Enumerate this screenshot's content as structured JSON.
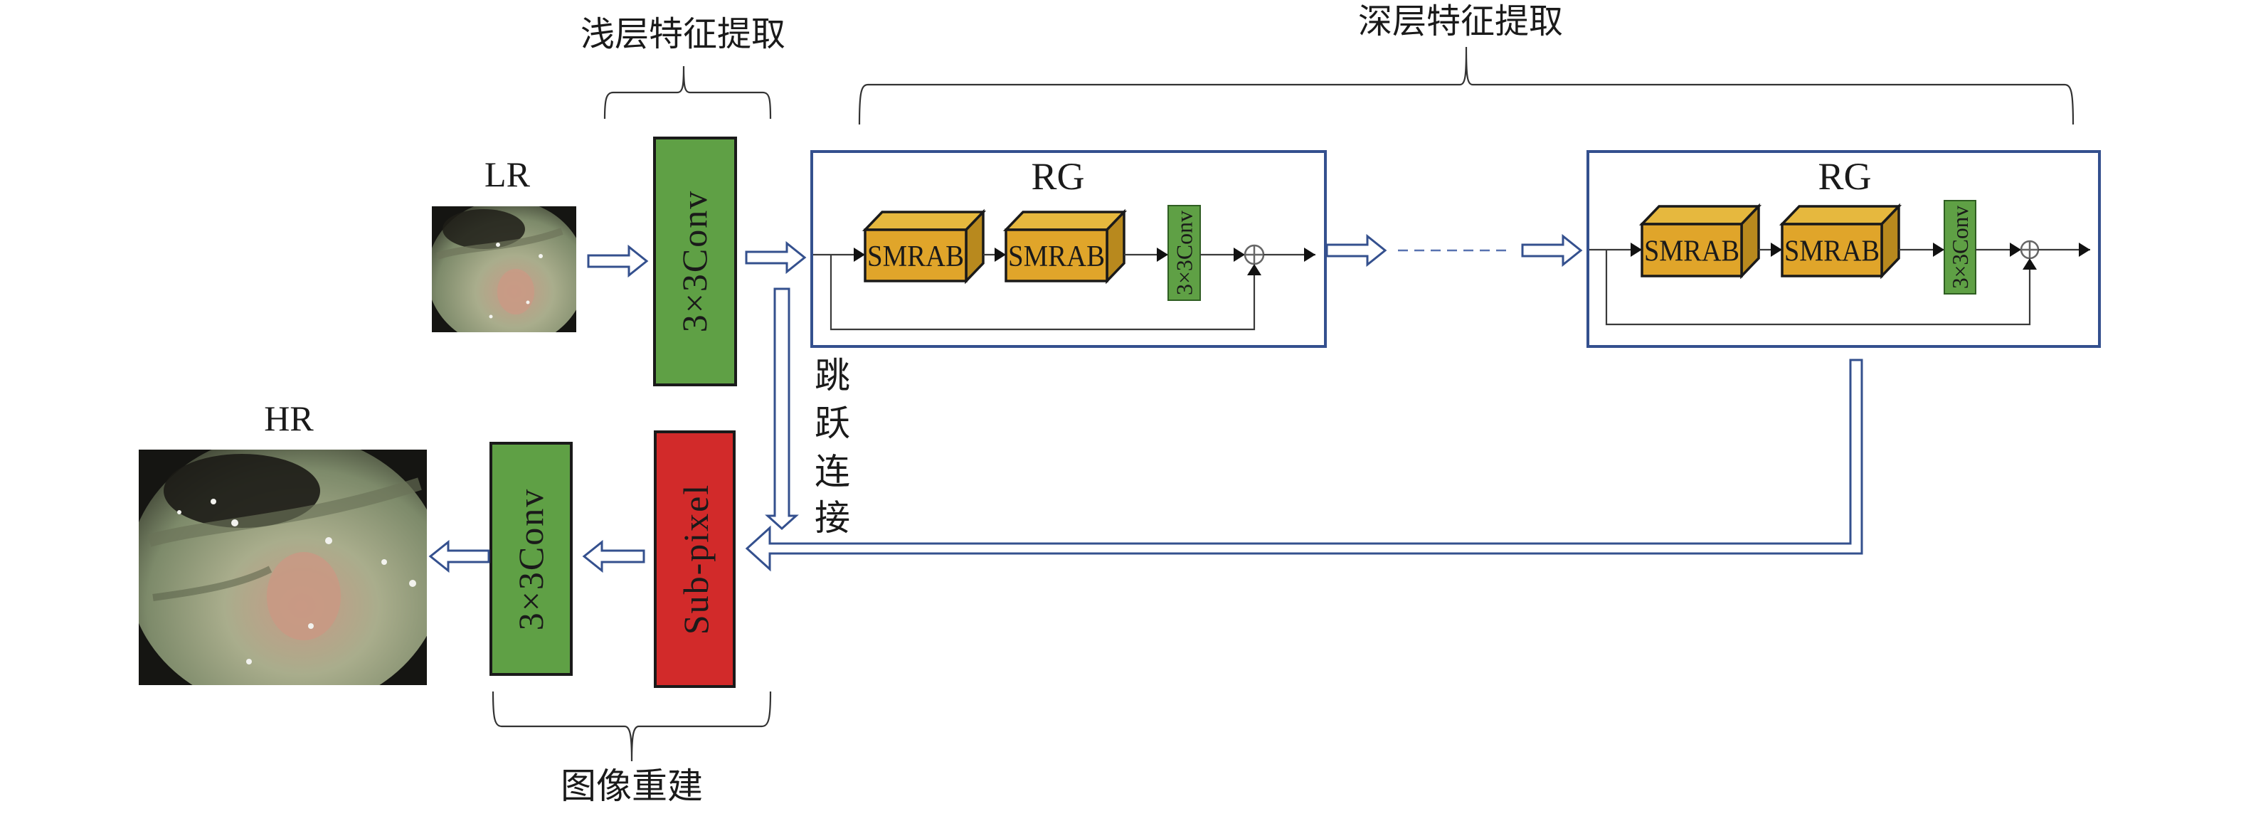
{
  "diagram": {
    "colors": {
      "conv_green": "#5FA045",
      "subpixel_red": "#D22A2A",
      "cube_front": "#E0A52A",
      "cube_top": "#E6B83E",
      "cube_side": "#B8891E",
      "pipe_blue": "#34508E",
      "image_dark": "#151512"
    },
    "labels": {
      "shallow_feature_extraction": "浅层特征提取",
      "deep_feature_extraction": "深层特征提取",
      "image_reconstruction": "图像重建",
      "skip_connection": [
        "跳",
        "跃",
        "连",
        "接"
      ],
      "lr": "LR",
      "hr": "HR"
    },
    "blocks": {
      "shallow_conv": "3×3Conv",
      "subpixel": "Sub-pixel",
      "reconstruction_conv": "3×3Conv"
    },
    "residual_groups": [
      {
        "title": "RG",
        "units": [
          "SMRAB",
          "SMRAB"
        ],
        "tail_conv": "3×3Conv",
        "sum_symbol": "⊕"
      },
      {
        "title": "RG",
        "units": [
          "SMRAB",
          "SMRAB"
        ],
        "tail_conv": "3×3Conv",
        "sum_symbol": "⊕"
      }
    ],
    "images": {
      "lr_image": "endoscopy-lr-thumbnail",
      "hr_image": "endoscopy-hr-output"
    }
  }
}
